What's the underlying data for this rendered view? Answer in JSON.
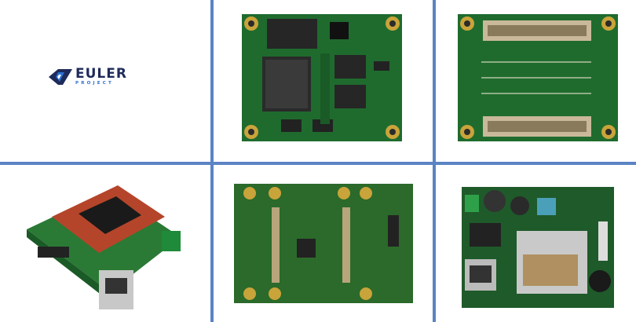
{
  "logo": {
    "name": "EULER",
    "subtitle": "PROJECT",
    "colors": {
      "dark": "#1e2a5a",
      "accent": "#2a6fd0"
    }
  },
  "grid": {
    "divider_color": "#5b84c4"
  },
  "boards": [
    {
      "id": "som-top",
      "description_icon": "pcb-module-top-icon"
    },
    {
      "id": "som-bottom",
      "description_icon": "pcb-module-bottom-icon"
    },
    {
      "id": "stack-3d",
      "description_icon": "pcb-stack-icon"
    },
    {
      "id": "carrier-top",
      "description_icon": "pcb-carrier-icon"
    },
    {
      "id": "carrier-assembled",
      "description_icon": "pcb-carrier-assembled-icon"
    }
  ],
  "colors": {
    "pcb": "#1f6b2e",
    "pcb_dark": "#154f21",
    "gold": "#c9a43a",
    "chip": "#222"
  }
}
